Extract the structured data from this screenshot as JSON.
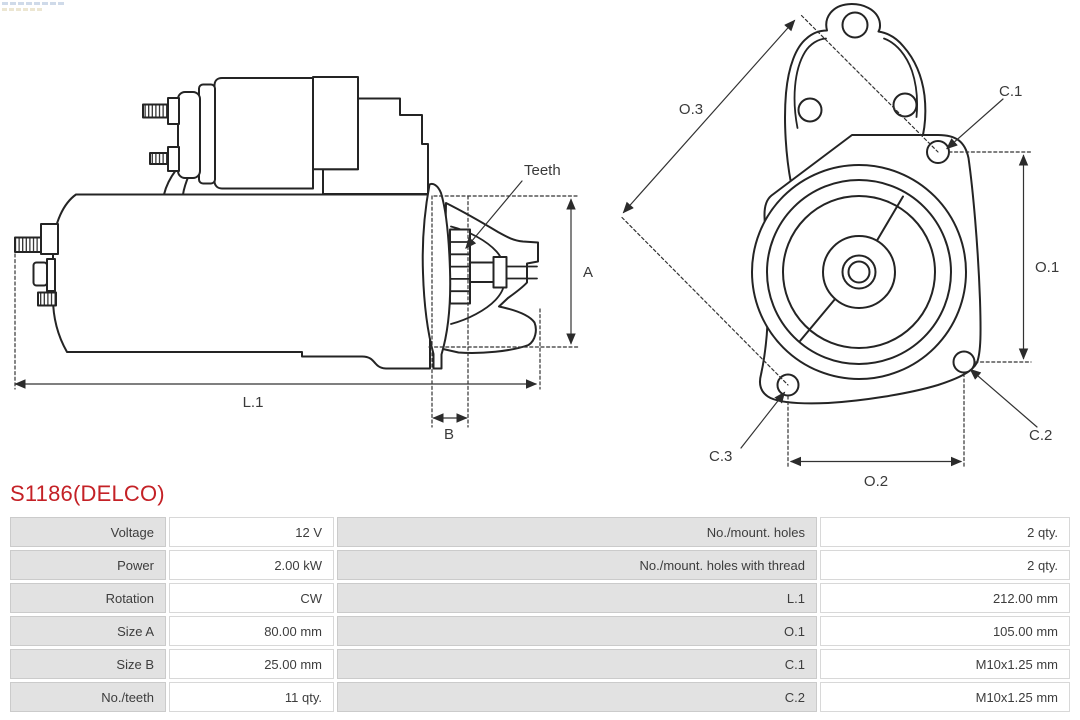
{
  "part": {
    "title": "S1186(DELCO)"
  },
  "diagram": {
    "side": {
      "teeth": "Teeth",
      "a": "A",
      "b": "B",
      "l1": "L.1"
    },
    "front": {
      "o3": "O.3",
      "o1": "O.1",
      "o2": "O.2",
      "c1": "C.1",
      "c2": "C.2",
      "c3": "C.3"
    }
  },
  "table": {
    "rows": [
      {
        "label1": "Voltage",
        "value1": "12 V",
        "label2": "No./mount. holes",
        "value2": "2 qty."
      },
      {
        "label1": "Power",
        "value1": "2.00 kW",
        "label2": "No./mount. holes with thread",
        "value2": "2 qty."
      },
      {
        "label1": "Rotation",
        "value1": "CW",
        "label2": "L.1",
        "value2": "212.00 mm"
      },
      {
        "label1": "Size A",
        "value1": "80.00 mm",
        "label2": "O.1",
        "value2": "105.00 mm"
      },
      {
        "label1": "Size B",
        "value1": "25.00 mm",
        "label2": "C.1",
        "value2": "M10x1.25 mm"
      },
      {
        "label1": "No./teeth",
        "value1": "11 qty.",
        "label2": "C.2",
        "value2": "M10x1.25 mm"
      }
    ]
  },
  "colors": {
    "accent_red": "#c42126",
    "line": "#242424",
    "label_cell_bg": "#e2e2e2",
    "cell_border": "#d2d2d2",
    "text": "#3d3d3d"
  }
}
